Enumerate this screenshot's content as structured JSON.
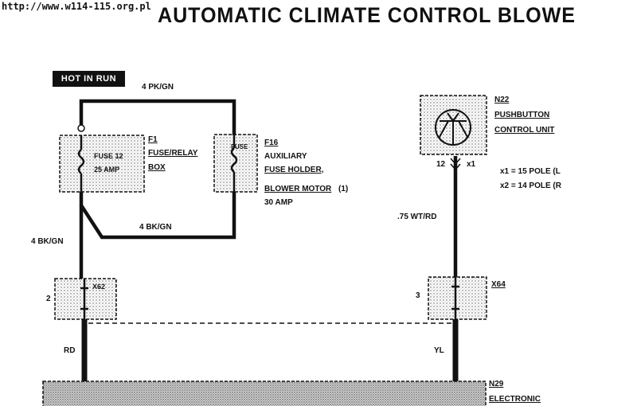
{
  "header": {
    "url": "http://www.w114-115.org.pl",
    "title": "AUTOMATIC CLIMATE CONTROL BLOWE"
  },
  "badge": {
    "text": "HOT IN RUN"
  },
  "wires": {
    "top": "4 PK/GN",
    "mid": "4 BK/GN",
    "left": "4 BK/GN",
    "right": ".75 WT/RD",
    "rd": "RD",
    "yl": "YL"
  },
  "f1": {
    "ref": "F1",
    "line1": "FUSE/RELAY",
    "line2": "BOX",
    "inside1": "FUSE 12",
    "inside2": "25 AMP"
  },
  "f16": {
    "ref": "F16",
    "line1": "AUXILIARY",
    "line2": "FUSE HOLDER,",
    "line3": "BLOWER MOTOR",
    "note": "(1)",
    "line4": "30 AMP",
    "inside": "FUSE"
  },
  "n22": {
    "ref": "N22",
    "line1": "PUSHBUTTON",
    "line2": "CONTROL UNIT",
    "pin": "12",
    "conn": "x1",
    "legend1": "x1 = 15 POLE (L",
    "legend2": "x2 = 14 POLE (R"
  },
  "x62": {
    "ref": "X62",
    "pin": "2"
  },
  "x64": {
    "ref": "X64",
    "pin": "3"
  },
  "n29": {
    "ref": "N29",
    "line1": "ELECTRONIC"
  }
}
